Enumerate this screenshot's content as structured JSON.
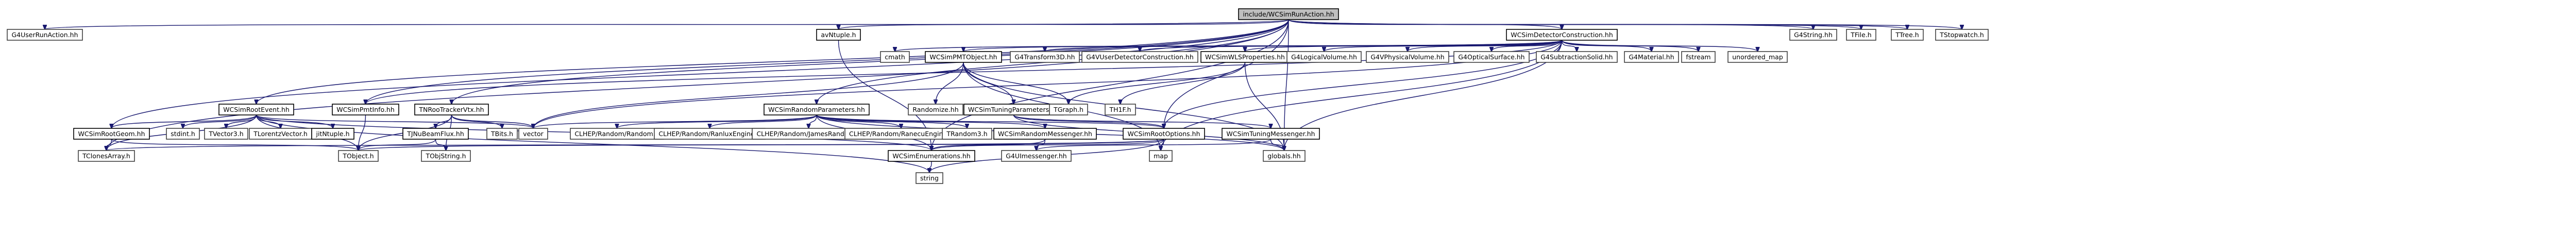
{
  "diagram": {
    "type": "include-dependency-graph",
    "root": "include/WCSimRunAction.hh",
    "nodes": [
      {
        "id": "root",
        "label": "include/WCSimRunAction.hh",
        "boxed": true,
        "root": true
      },
      {
        "id": "g4userrunaction",
        "label": "G4UserRunAction.hh",
        "boxed": false
      },
      {
        "id": "wcsimdetectorconstruction",
        "label": "WCSimDetectorConstruction.hh",
        "boxed": true
      },
      {
        "id": "g4string",
        "label": "G4String.hh",
        "boxed": false
      },
      {
        "id": "tfile",
        "label": "TFile.h",
        "boxed": false
      },
      {
        "id": "ttree",
        "label": "TTree.h",
        "boxed": false
      },
      {
        "id": "tstopwatch",
        "label": "TStopwatch.h",
        "boxed": false
      },
      {
        "id": "avntuple",
        "label": "avNtuple.h",
        "boxed": true
      },
      {
        "id": "cmath",
        "label": "cmath",
        "boxed": false
      },
      {
        "id": "wcsimpmtobject",
        "label": "WCSimPMTObject.hh",
        "boxed": true
      },
      {
        "id": "g4transform3d",
        "label": "G4Transform3D.hh",
        "boxed": false
      },
      {
        "id": "g4vuserdetectorconstruction",
        "label": "G4VUserDetectorConstruction.hh",
        "boxed": false
      },
      {
        "id": "wcsimwlsproperties",
        "label": "WCSimWLSProperties.hh",
        "boxed": true
      },
      {
        "id": "g4logicalvolume",
        "label": "G4LogicalVolume.hh",
        "boxed": false
      },
      {
        "id": "g4vphysicalvolume",
        "label": "G4VPhysicalVolume.hh",
        "boxed": false
      },
      {
        "id": "g4opticalsurface",
        "label": "G4OpticalSurface.hh",
        "boxed": false
      },
      {
        "id": "g4subtractionsolid",
        "label": "G4SubtractionSolid.hh",
        "boxed": false
      },
      {
        "id": "g4material",
        "label": "G4Material.hh",
        "boxed": false
      },
      {
        "id": "fstream",
        "label": "fstream",
        "boxed": false
      },
      {
        "id": "unordered_map",
        "label": "unordered_map",
        "boxed": false
      },
      {
        "id": "wcsimrootevent",
        "label": "WCSimRootEvent.hh",
        "boxed": true
      },
      {
        "id": "wcsimpmtinfo",
        "label": "WCSimPmtInfo.hh",
        "boxed": true
      },
      {
        "id": "tnrootrackervtx",
        "label": "TNRooTrackerVtx.hh",
        "boxed": true
      },
      {
        "id": "wcsimrandomparameters",
        "label": "WCSimRandomParameters.hh",
        "boxed": true
      },
      {
        "id": "randomize",
        "label": "Randomize.hh",
        "boxed": false
      },
      {
        "id": "wcsimtuningparameters",
        "label": "WCSimTuningParameters.hh",
        "boxed": true
      },
      {
        "id": "tgraph",
        "label": "TGraph.h",
        "boxed": false
      },
      {
        "id": "th1f",
        "label": "TH1F.h",
        "boxed": false
      },
      {
        "id": "wcsimrootgeom",
        "label": "WCSimRootGeom.hh",
        "boxed": true
      },
      {
        "id": "stdint",
        "label": "stdint.h",
        "boxed": false
      },
      {
        "id": "tvector3",
        "label": "TVector3.h",
        "boxed": false
      },
      {
        "id": "tlorentzvector",
        "label": "TLorentzVector.h",
        "boxed": false
      },
      {
        "id": "jitntuple",
        "label": "jitNtuple.h",
        "boxed": true
      },
      {
        "id": "vector",
        "label": "vector",
        "boxed": false
      },
      {
        "id": "tjnubeamflux",
        "label": "TJNuBeamFlux.hh",
        "boxed": true
      },
      {
        "id": "tbits",
        "label": "TBits.h",
        "boxed": false
      },
      {
        "id": "clhep_random",
        "label": "CLHEP/Random/Random.h",
        "boxed": false
      },
      {
        "id": "clhep_randflat",
        "label": "CLHEP/Random/RanluxEngine.h",
        "boxed": false
      },
      {
        "id": "clhep_james",
        "label": "CLHEP/Random/JamesRandom.h",
        "boxed": false
      },
      {
        "id": "clhep_ranecu",
        "label": "CLHEP/Random/RanecuEngine.h",
        "boxed": false
      },
      {
        "id": "trandom3",
        "label": "TRandom3.h",
        "boxed": false
      },
      {
        "id": "wcsimrandommessenger",
        "label": "WCSimRandomMessenger.hh",
        "boxed": true
      },
      {
        "id": "wcsimrootoptions",
        "label": "WCSimRootOptions.hh",
        "boxed": true
      },
      {
        "id": "wcsimtuningmessenger",
        "label": "WCSimTuningMessenger.hh",
        "boxed": true
      },
      {
        "id": "tclonesarray",
        "label": "TClonesArray.h",
        "boxed": false
      },
      {
        "id": "tobject",
        "label": "TObject.h",
        "boxed": false
      },
      {
        "id": "tobjstring",
        "label": "TObjString.h",
        "boxed": false
      },
      {
        "id": "wcsimenumerations",
        "label": "WCSimEnumerations.hh",
        "boxed": true
      },
      {
        "id": "g4uimessenger",
        "label": "G4UImessenger.hh",
        "boxed": false
      },
      {
        "id": "map",
        "label": "map",
        "boxed": false
      },
      {
        "id": "globals",
        "label": "globals.hh",
        "boxed": false
      },
      {
        "id": "string",
        "label": "string",
        "boxed": false
      }
    ],
    "edges": [
      [
        "root",
        "g4userrunaction"
      ],
      [
        "root",
        "wcsimdetectorconstruction"
      ],
      [
        "root",
        "g4string"
      ],
      [
        "root",
        "tfile"
      ],
      [
        "root",
        "ttree"
      ],
      [
        "root",
        "tstopwatch"
      ],
      [
        "root",
        "avntuple"
      ],
      [
        "root",
        "wcsimrootevent"
      ],
      [
        "root",
        "wcsimrootgeom"
      ],
      [
        "root",
        "wcsimpmtinfo"
      ],
      [
        "root",
        "tnrootrackervtx"
      ],
      [
        "root",
        "wcsimrandomparameters"
      ],
      [
        "root",
        "wcsimrootoptions"
      ],
      [
        "root",
        "tclonesarray"
      ],
      [
        "root",
        "wcsimenumerations"
      ],
      [
        "root",
        "globals"
      ],
      [
        "wcsimdetectorconstruction",
        "cmath"
      ],
      [
        "wcsimdetectorconstruction",
        "wcsimpmtobject"
      ],
      [
        "wcsimdetectorconstruction",
        "g4transform3d"
      ],
      [
        "wcsimdetectorconstruction",
        "g4vuserdetectorconstruction"
      ],
      [
        "wcsimdetectorconstruction",
        "wcsimwlsproperties"
      ],
      [
        "wcsimdetectorconstruction",
        "g4logicalvolume"
      ],
      [
        "wcsimdetectorconstruction",
        "g4vphysicalvolume"
      ],
      [
        "wcsimdetectorconstruction",
        "g4opticalsurface"
      ],
      [
        "wcsimdetectorconstruction",
        "g4subtractionsolid"
      ],
      [
        "wcsimdetectorconstruction",
        "g4material"
      ],
      [
        "wcsimdetectorconstruction",
        "fstream"
      ],
      [
        "wcsimdetectorconstruction",
        "unordered_map"
      ],
      [
        "wcsimdetectorconstruction",
        "wcsimpmtinfo"
      ],
      [
        "wcsimdetectorconstruction",
        "wcsimrootoptions"
      ],
      [
        "wcsimdetectorconstruction",
        "vector"
      ],
      [
        "wcsimdetectorconstruction",
        "map"
      ],
      [
        "wcsimdetectorconstruction",
        "globals"
      ],
      [
        "avntuple",
        "wcsimenumerations"
      ],
      [
        "wcsimpmtobject",
        "randomize"
      ],
      [
        "wcsimpmtobject",
        "wcsimtuningparameters"
      ],
      [
        "wcsimpmtobject",
        "tgraph"
      ],
      [
        "wcsimpmtobject",
        "vector"
      ],
      [
        "wcsimpmtobject",
        "map"
      ],
      [
        "wcsimpmtobject",
        "globals"
      ],
      [
        "wcsimwlsproperties",
        "tgraph"
      ],
      [
        "wcsimwlsproperties",
        "th1f"
      ],
      [
        "wcsimwlsproperties",
        "globals"
      ],
      [
        "wcsimtuningparameters",
        "wcsimtuningmessenger"
      ],
      [
        "wcsimtuningparameters",
        "wcsimrootoptions"
      ],
      [
        "wcsimtuningparameters",
        "globals"
      ],
      [
        "wcsimtuningmessenger",
        "g4uimessenger"
      ],
      [
        "wcsimtuningmessenger",
        "globals"
      ],
      [
        "wcsimrootevent",
        "wcsimrootgeom"
      ],
      [
        "wcsimrootevent",
        "stdint"
      ],
      [
        "wcsimrootevent",
        "tvector3"
      ],
      [
        "wcsimrootevent",
        "tlorentzvector"
      ],
      [
        "wcsimrootevent",
        "jitntuple"
      ],
      [
        "wcsimrootevent",
        "tobject"
      ],
      [
        "wcsimrootevent",
        "tclonesarray"
      ],
      [
        "wcsimrootevent",
        "vector"
      ],
      [
        "wcsimrootevent",
        "string"
      ],
      [
        "wcsimrootevent",
        "wcsimenumerations"
      ],
      [
        "wcsimrootgeom",
        "tobject"
      ],
      [
        "wcsimrootgeom",
        "tclonesarray"
      ],
      [
        "wcsimpmtinfo",
        "tobject"
      ],
      [
        "tnrootrackervtx",
        "tjnubeamflux"
      ],
      [
        "tnrootrackervtx",
        "tbits"
      ],
      [
        "tnrootrackervtx",
        "tobject"
      ],
      [
        "tnrootrackervtx",
        "tobjstring"
      ],
      [
        "tnrootrackervtx",
        "vector"
      ],
      [
        "tjnubeamflux",
        "tobject"
      ],
      [
        "tjnubeamflux",
        "tobjstring"
      ],
      [
        "wcsimrandomparameters",
        "clhep_random"
      ],
      [
        "wcsimrandomparameters",
        "clhep_randflat"
      ],
      [
        "wcsimrandomparameters",
        "clhep_james"
      ],
      [
        "wcsimrandomparameters",
        "clhep_ranecu"
      ],
      [
        "wcsimrandomparameters",
        "trandom3"
      ],
      [
        "wcsimrandomparameters",
        "wcsimrandommessenger"
      ],
      [
        "wcsimrandomparameters",
        "wcsimrootoptions"
      ],
      [
        "wcsimrandomparameters",
        "wcsimenumerations"
      ],
      [
        "wcsimrandomparameters",
        "vector"
      ],
      [
        "wcsimrandomparameters",
        "globals"
      ],
      [
        "wcsimrandommessenger",
        "g4uimessenger"
      ],
      [
        "wcsimrandommessenger",
        "wcsimenumerations"
      ],
      [
        "wcsimrootoptions",
        "tobject"
      ],
      [
        "wcsimrootoptions",
        "wcsimenumerations"
      ],
      [
        "wcsimrootoptions",
        "map"
      ],
      [
        "wcsimrootoptions",
        "string"
      ],
      [
        "wcsimrootoptions",
        "tclonesarray"
      ],
      [
        "wcsimenumerations",
        "string"
      ]
    ]
  }
}
